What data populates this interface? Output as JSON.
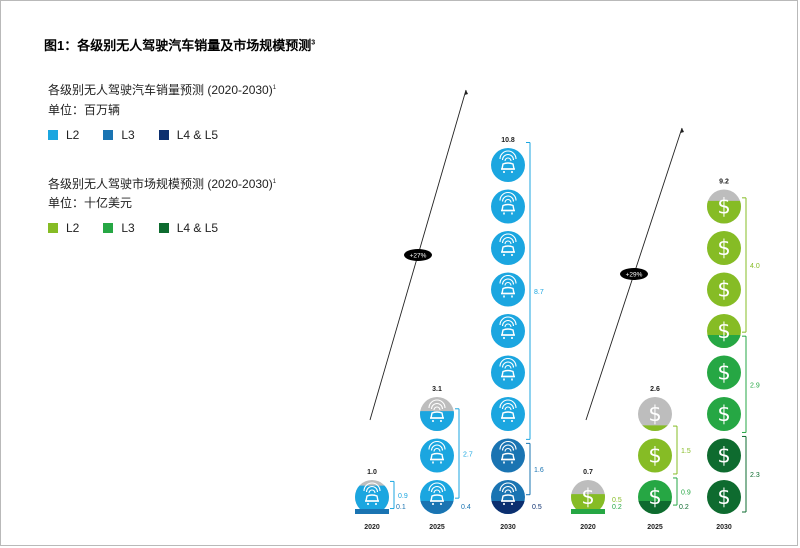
{
  "title": "图1：各级别无人驾驶汽车销量及市场规模预测",
  "title_sup": "3",
  "sales": {
    "subtitle": "各级别无人驾驶汽车销量预测  (2020-2030)",
    "subtitle_sup": "1",
    "unit": "单位：百万辆",
    "legend": [
      {
        "label": "L2",
        "color": "#1ba6e0"
      },
      {
        "label": "L3",
        "color": "#1a74b2"
      },
      {
        "label": "L4 & L5",
        "color": "#0c2f6f"
      }
    ]
  },
  "market": {
    "subtitle": "各级别无人驾驶市场规模预测 (2020-2030)",
    "subtitle_sup": "1",
    "unit": "单位：十亿美元",
    "legend": [
      {
        "label": "L2",
        "color": "#86bc25"
      },
      {
        "label": "L3",
        "color": "#26a744"
      },
      {
        "label": "L4 & L5",
        "color": "#0e6b2f"
      }
    ]
  },
  "chart_data": [
    {
      "type": "bar",
      "name": "sales",
      "unit": "百万辆",
      "categories": [
        "2020",
        "2025",
        "2030"
      ],
      "totals": [
        "1.0",
        "3.1",
        "10.8"
      ],
      "series": [
        {
          "name": "L2",
          "values": [
            0.9,
            2.7,
            8.7
          ],
          "labels": [
            "0.9",
            "2.7",
            "8.7"
          ]
        },
        {
          "name": "L3",
          "values": [
            0.1,
            0.4,
            1.6
          ],
          "labels": [
            "0.1",
            "0.4",
            "1.6"
          ]
        },
        {
          "name": "L4 & L5",
          "values": [
            0,
            0,
            0.5
          ],
          "labels": [
            "",
            "",
            "0.5"
          ]
        }
      ],
      "growth_label": "+27%"
    },
    {
      "type": "bar",
      "name": "market",
      "unit": "十亿美元",
      "categories": [
        "2020",
        "2025",
        "2030"
      ],
      "totals": [
        "0.7",
        "2.6",
        "9.2"
      ],
      "series": [
        {
          "name": "L2",
          "values": [
            0.5,
            1.5,
            4.0
          ],
          "labels": [
            "0.5",
            "1.5",
            "4.0"
          ]
        },
        {
          "name": "L3",
          "values": [
            0.2,
            0.9,
            2.9
          ],
          "labels": [
            "0.2",
            "0.9",
            "2.9"
          ]
        },
        {
          "name": "L4 & L5",
          "values": [
            0,
            0.2,
            2.3
          ],
          "labels": [
            "",
            "0.2",
            "2.3"
          ]
        }
      ],
      "growth_label": "+29%"
    }
  ],
  "colors": {
    "sales_L2": "#1ba6e0",
    "sales_L3": "#1a74b2",
    "sales_L45": "#0c2f6f",
    "market_L2": "#86bc25",
    "market_L3": "#26a744",
    "market_L45": "#0e6b2f",
    "partial": "#bdbdbd"
  }
}
